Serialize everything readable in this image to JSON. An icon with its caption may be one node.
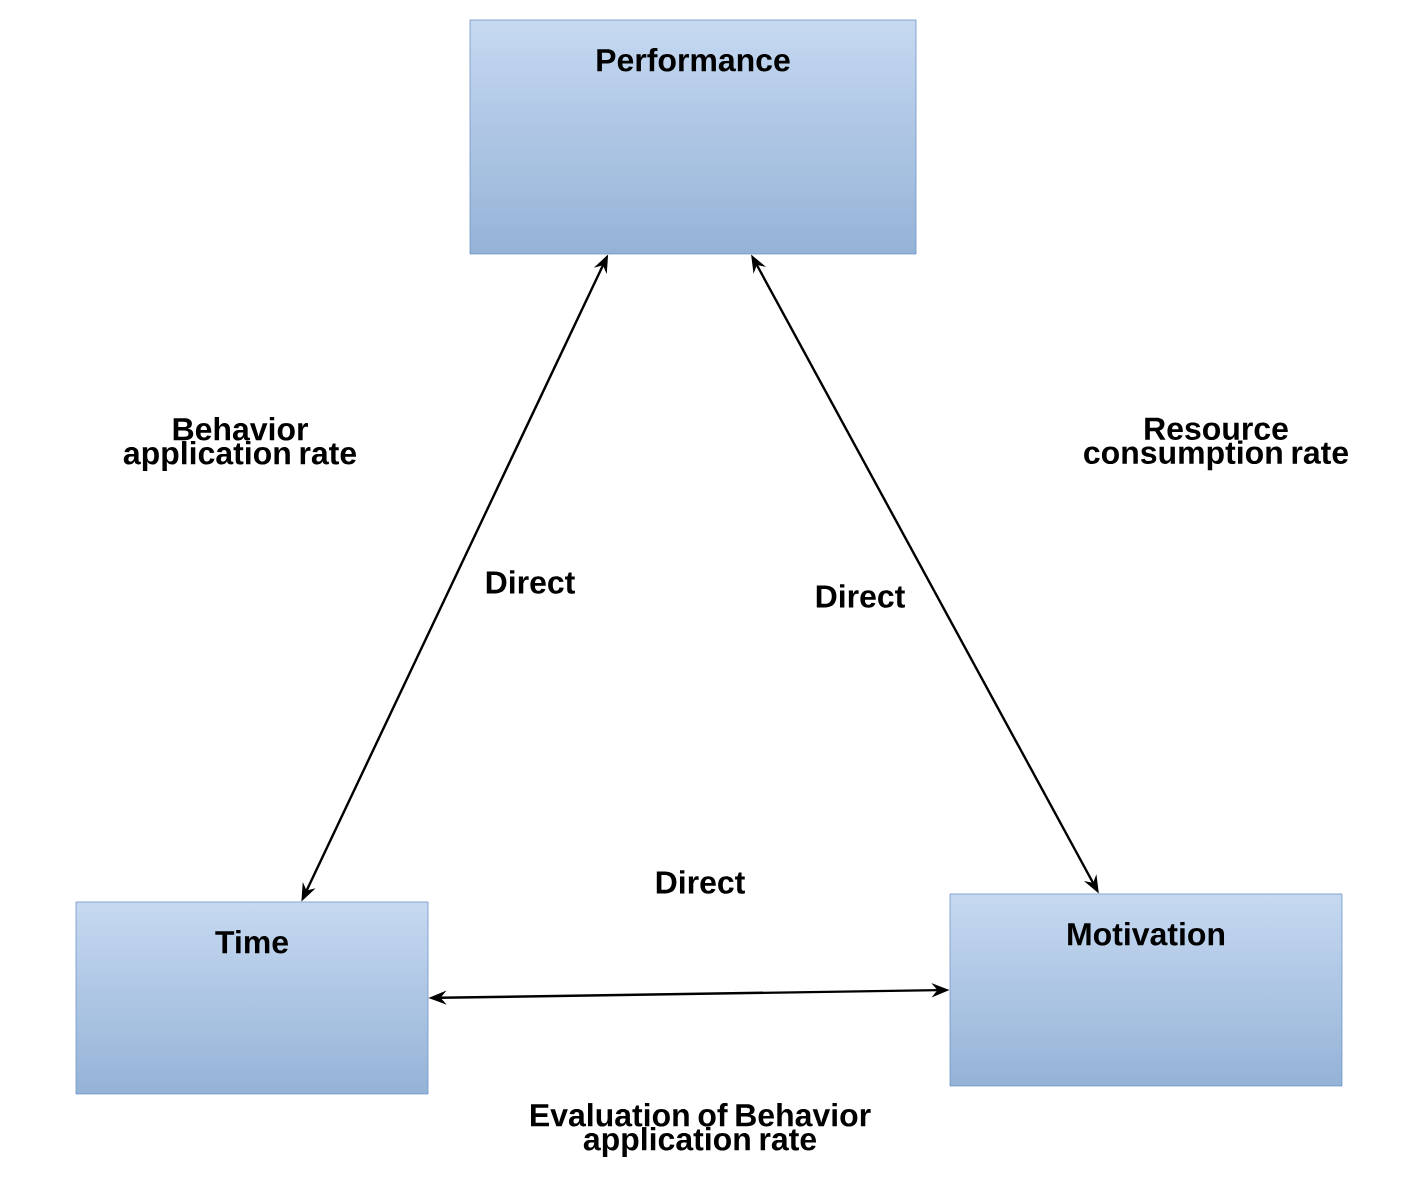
{
  "diagram": {
    "nodes": [
      {
        "text": [
          "Performance"
        ]
      },
      {
        "text": [
          "Time"
        ]
      },
      {
        "text": [
          "Motivation"
        ]
      }
    ],
    "edges": [
      {
        "from": 1,
        "to": 0,
        "arrow": "both",
        "label": "Direct"
      },
      {
        "from": 2,
        "to": 0,
        "arrow": "both",
        "label": "Direct"
      },
      {
        "from": 1,
        "to": 2,
        "arrow": "both",
        "label": "Direct"
      }
    ],
    "labels": [
      "Behavior application rate",
      "Resource consumption rate",
      "Evaluation of Behavior application rate"
    ]
  }
}
